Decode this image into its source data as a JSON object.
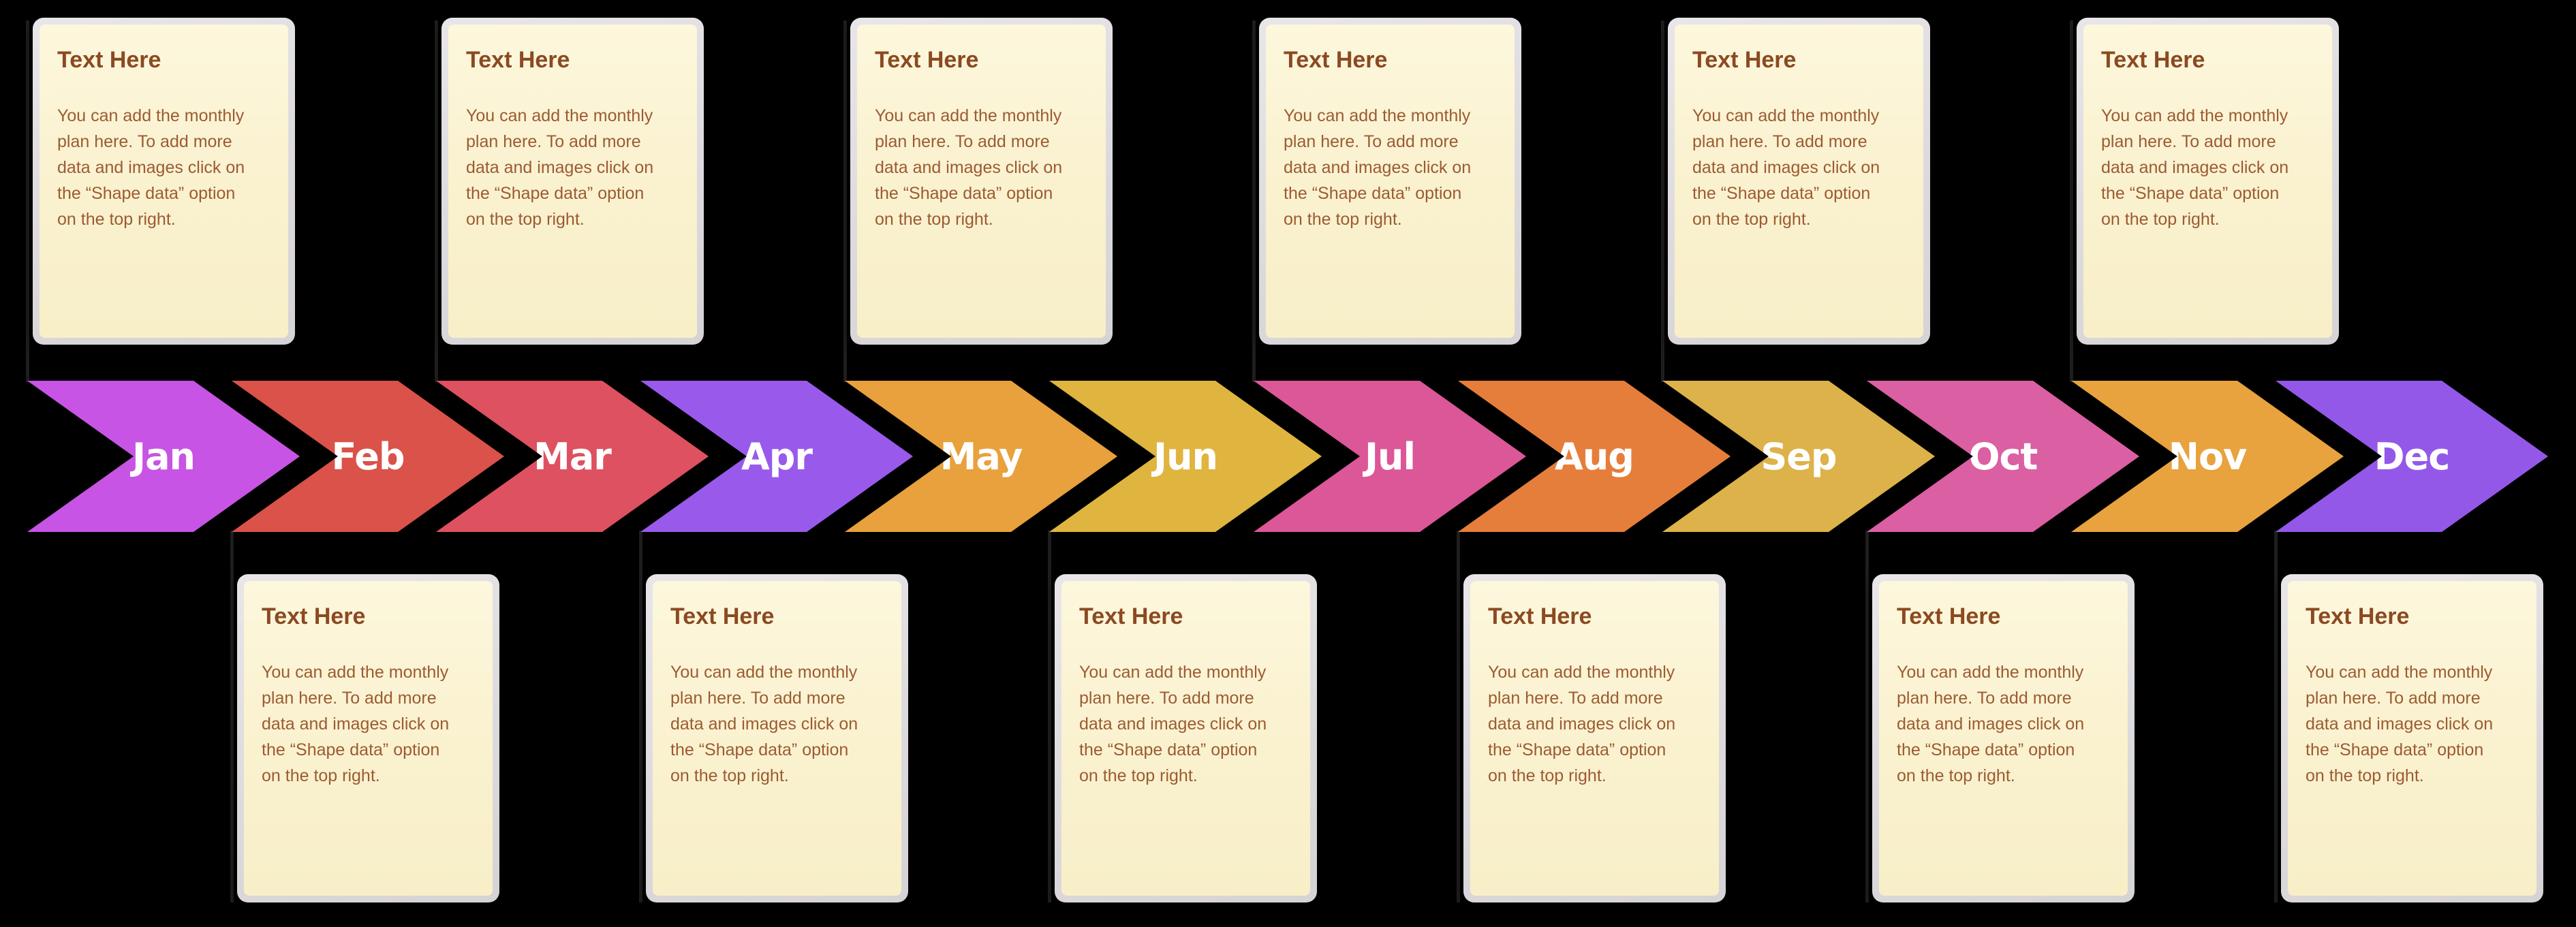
{
  "canvas": {
    "background": "#000000"
  },
  "card": {
    "title": "Text Here",
    "body": "You can add the monthly\nplan here. To add more\ndata and images click on\nthe “Shape data” option\non the top right."
  },
  "palette": {
    "card_fill": "#faf2d0",
    "card_frame": "#dddade",
    "card_title_color": "#8b4a22",
    "card_body_color": "#9c5b33",
    "month_label_color": "#ffffff",
    "connector_color": "#1e1e1e"
  },
  "months": [
    {
      "label": "Jan",
      "color": "#c754e4",
      "card_position": "top"
    },
    {
      "label": "Feb",
      "color": "#da5249",
      "card_position": "bottom"
    },
    {
      "label": "Mar",
      "color": "#de5160",
      "card_position": "top"
    },
    {
      "label": "Apr",
      "color": "#995aeb",
      "card_position": "bottom"
    },
    {
      "label": "May",
      "color": "#e8a13c",
      "card_position": "top"
    },
    {
      "label": "Jun",
      "color": "#dfb53f",
      "card_position": "bottom"
    },
    {
      "label": "Jul",
      "color": "#db5798",
      "card_position": "top"
    },
    {
      "label": "Aug",
      "color": "#e67e3b",
      "card_position": "bottom"
    },
    {
      "label": "Sep",
      "color": "#ddb24a",
      "card_position": "top"
    },
    {
      "label": "Oct",
      "color": "#db5fa3",
      "card_position": "bottom"
    },
    {
      "label": "Nov",
      "color": "#e8a23e",
      "card_position": "top"
    },
    {
      "label": "Dec",
      "color": "#9458e9",
      "card_position": "bottom"
    }
  ]
}
